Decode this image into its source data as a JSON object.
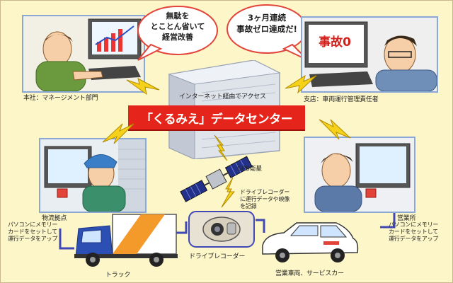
{
  "banner": {
    "title": "「くるみえ」データセンター"
  },
  "center": {
    "caption": "インターネット経由でアクセス"
  },
  "sites": {
    "head_office": {
      "label": "本社：マネージメント部門",
      "bubble": "無駄を\nとことん省いて\n経営改善"
    },
    "branch": {
      "label": "支店：車両運行管理責任者",
      "bubble": "3ヶ月連続\n事故ゼロ達成だ!",
      "screen_text": "事故0"
    },
    "logistics": {
      "label": "物流拠点",
      "note": "パソコンにメモリー\nカードをセットして\n運行データをアップ"
    },
    "sales_office": {
      "label": "営業所",
      "note": "パソコンにメモリー\nカードをセットして\n運行データをアップ"
    }
  },
  "satellite": {
    "label": "GPS衛星"
  },
  "recorder": {
    "label": "ドライブレコーダー",
    "note": "ドライブレコーダー\nに運行データや映像\nを記録"
  },
  "vehicles": {
    "truck": {
      "label": "トラック"
    },
    "car": {
      "label": "営業車両、サービスカー"
    }
  },
  "colors": {
    "background": "#fdf6c8",
    "banner": "#e5251b",
    "link_line": "#3f48b5",
    "bolt": "#f6d11a",
    "panel_border": "#8aa7d6"
  }
}
